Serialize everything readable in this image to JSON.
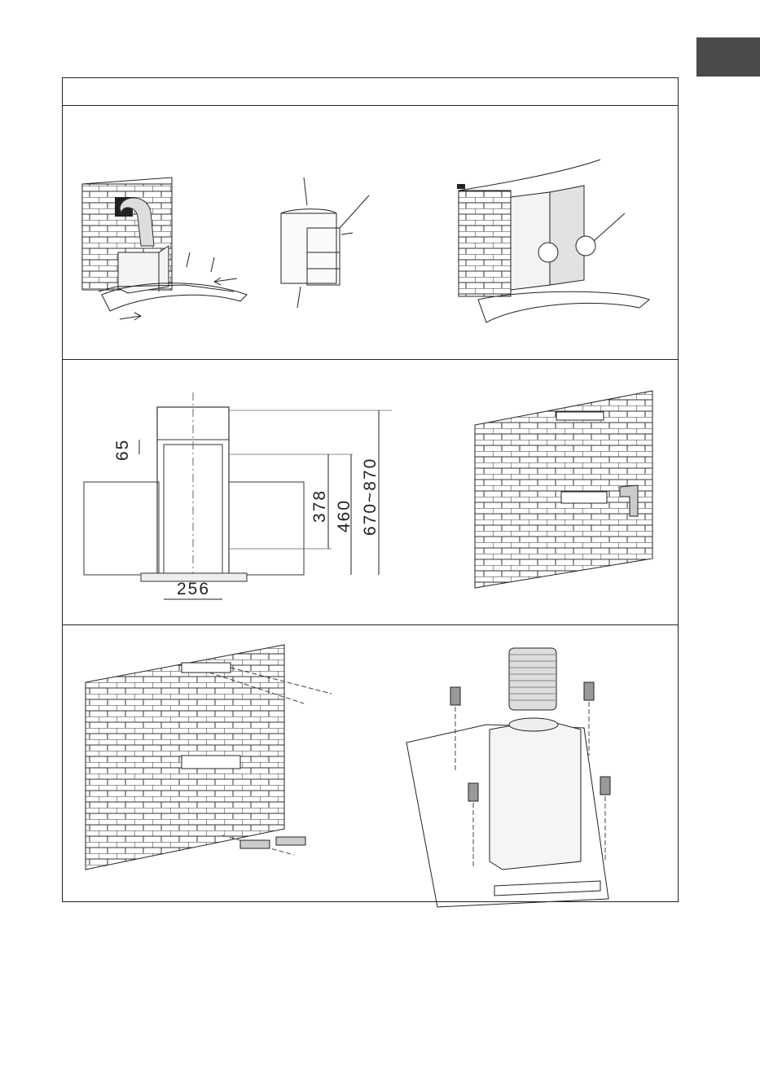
{
  "page": {
    "language_tab_color": "#4a4a4a",
    "header_text": ""
  },
  "diagrams": {
    "dimensions": {
      "top_offset": "65",
      "bracket_height": "378",
      "inner_height": "460",
      "total_height_range": "670~870",
      "bracket_width": "256"
    }
  }
}
